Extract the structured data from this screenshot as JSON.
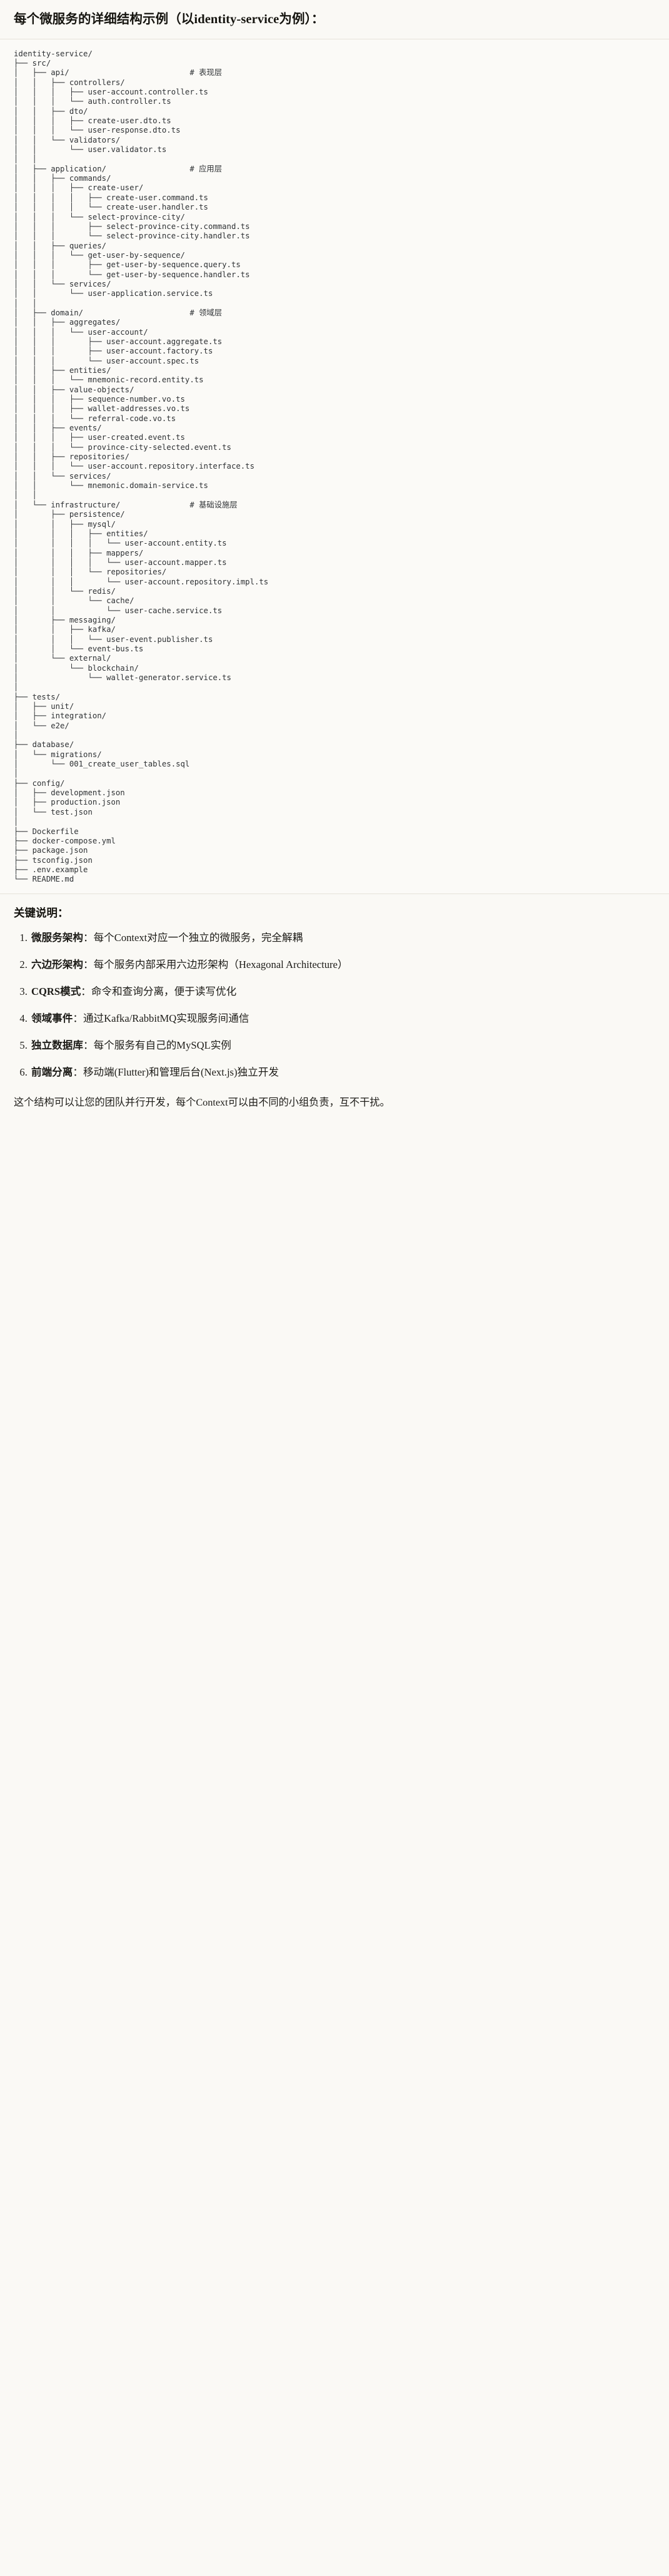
{
  "header": {
    "title": "每个微服务的详细结构示例（以identity-service为例）："
  },
  "code_block": {
    "language": "text",
    "tree": "identity-service/\n├── src/\n│   ├── api/                          # 表现层\n│   │   ├── controllers/\n│   │   │   ├── user-account.controller.ts\n│   │   │   └── auth.controller.ts\n│   │   ├── dto/\n│   │   │   ├── create-user.dto.ts\n│   │   │   └── user-response.dto.ts\n│   │   └── validators/\n│   │       └── user.validator.ts\n│   │\n│   ├── application/                  # 应用层\n│   │   ├── commands/\n│   │   │   ├── create-user/\n│   │   │   │   ├── create-user.command.ts\n│   │   │   │   └── create-user.handler.ts\n│   │   │   └── select-province-city/\n│   │   │       ├── select-province-city.command.ts\n│   │   │       └── select-province-city.handler.ts\n│   │   ├── queries/\n│   │   │   └── get-user-by-sequence/\n│   │   │       ├── get-user-by-sequence.query.ts\n│   │   │       └── get-user-by-sequence.handler.ts\n│   │   └── services/\n│   │       └── user-application.service.ts\n│   │\n│   ├── domain/                       # 领域层\n│   │   ├── aggregates/\n│   │   │   └── user-account/\n│   │   │       ├── user-account.aggregate.ts\n│   │   │       ├── user-account.factory.ts\n│   │   │       └── user-account.spec.ts\n│   │   ├── entities/\n│   │   │   └── mnemonic-record.entity.ts\n│   │   ├── value-objects/\n│   │   │   ├── sequence-number.vo.ts\n│   │   │   ├── wallet-addresses.vo.ts\n│   │   │   └── referral-code.vo.ts\n│   │   ├── events/\n│   │   │   ├── user-created.event.ts\n│   │   │   └── province-city-selected.event.ts\n│   │   ├── repositories/\n│   │   │   └── user-account.repository.interface.ts\n│   │   └── services/\n│   │       └── mnemonic.domain-service.ts\n│   │\n│   └── infrastructure/               # 基础设施层\n│       ├── persistence/\n│       │   ├── mysql/\n│       │   │   ├── entities/\n│       │   │   │   └── user-account.entity.ts\n│       │   │   ├── mappers/\n│       │   │   │   └── user-account.mapper.ts\n│       │   │   └── repositories/\n│       │   │       └── user-account.repository.impl.ts\n│       │   └── redis/\n│       │       └── cache/\n│       │           └── user-cache.service.ts\n│       ├── messaging/\n│       │   ├── kafka/\n│       │   │   └── user-event.publisher.ts\n│       │   └── event-bus.ts\n│       └── external/\n│           └── blockchain/\n│               └── wallet-generator.service.ts\n│\n├── tests/\n│   ├── unit/\n│   ├── integration/\n│   └── e2e/\n│\n├── database/\n│   └── migrations/\n│       └── 001_create_user_tables.sql\n│\n├── config/\n│   ├── development.json\n│   ├── production.json\n│   └── test.json\n│\n├── Dockerfile\n├── docker-compose.yml\n├── package.json\n├── tsconfig.json\n├── .env.example\n└── README.md",
    "layer_comments": [
      {
        "path": "api/",
        "comment": "# 表现层"
      },
      {
        "path": "application/",
        "comment": "# 应用层"
      },
      {
        "path": "domain/",
        "comment": "# 领域层"
      },
      {
        "path": "infrastructure/",
        "comment": "# 基础设施层"
      }
    ]
  },
  "keypoints": {
    "title": "关键说明：",
    "items": [
      {
        "term": "微服务架构",
        "sep": "：",
        "desc": "每个Context对应一个独立的微服务，完全解耦"
      },
      {
        "term": "六边形架构",
        "sep": "：",
        "desc": "每个服务内部采用六边形架构（Hexagonal Architecture）"
      },
      {
        "term": "CQRS模式",
        "sep": "：",
        "desc": "命令和查询分离，便于读写优化"
      },
      {
        "term": "领域事件",
        "sep": "：",
        "desc": "通过Kafka/RabbitMQ实现服务间通信"
      },
      {
        "term": "独立数据库",
        "sep": "：",
        "desc": "每个服务有自己的MySQL实例"
      },
      {
        "term": "前端分离",
        "sep": "：",
        "desc": "移动端(Flutter)和管理后台(Next.js)独立开发"
      }
    ]
  },
  "closing": {
    "text": "这个结构可以让您的团队并行开发，每个Context可以由不同的小组负责，互不干扰。"
  },
  "colors": {
    "page_background": "#faf9f5",
    "code_background": "#fbfaf7",
    "text": "#1a1a19",
    "code_text": "#2f3235",
    "rule": "#e6e3da"
  }
}
